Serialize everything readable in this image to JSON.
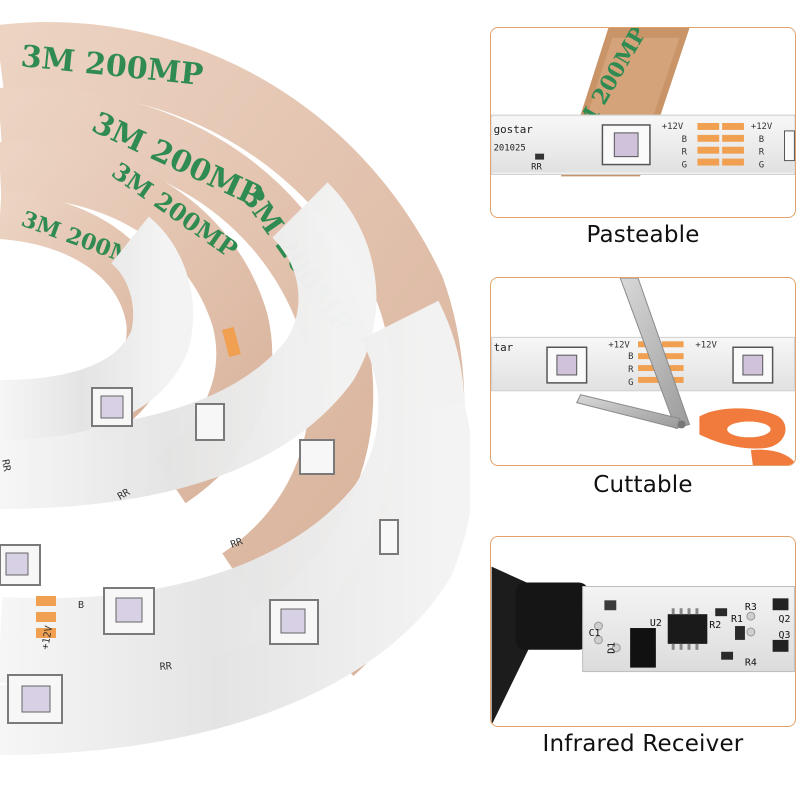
{
  "features": [
    {
      "caption": "Pasteable"
    },
    {
      "caption": "Cuttable"
    },
    {
      "caption": "Infrared Receiver"
    }
  ],
  "tape_print": "3M 200MP",
  "strip": {
    "brand_fragment_1": "gostar",
    "brand_fragment_2": "tar",
    "lot_code": "201025",
    "resistor_mark": "RR",
    "pad_12v": "+12V",
    "pad_b": "B",
    "pad_r": "R",
    "pad_g": "G"
  },
  "receiver_board": {
    "r3": "R3",
    "q2": "Q2",
    "q3": "Q3",
    "r4": "R4",
    "r2": "R2",
    "r1": "R1",
    "u2": "U2",
    "c1": "C1",
    "d1": "D1"
  },
  "colors": {
    "panel_border": "#e2a36a",
    "backing_tape": "#e8c9b6",
    "tape_text": "#2f8b52",
    "copper_pad": "#f0a050",
    "scissor_handle": "#f07b3c"
  }
}
